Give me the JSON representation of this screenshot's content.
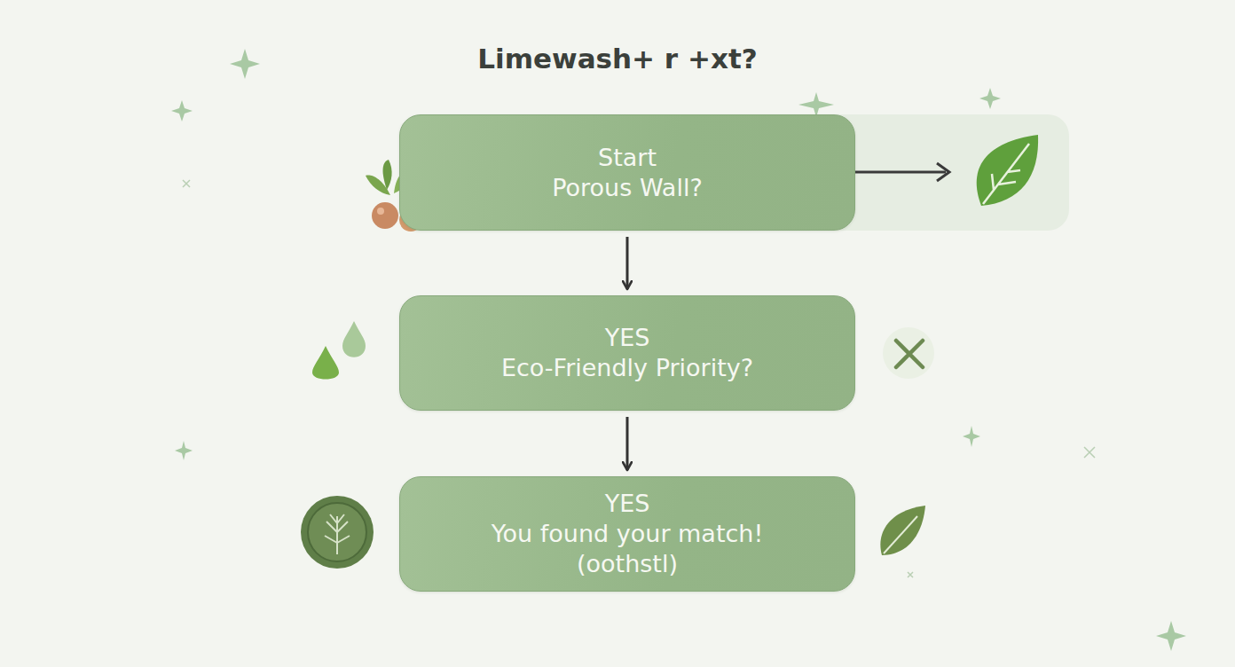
{
  "diagram": {
    "title": "Limewash+ r +xt?",
    "nodes": [
      {
        "text": [
          "Start",
          "Porous Wall?"
        ]
      },
      {
        "text": [
          "YES",
          "Eco-Friendly Priority?"
        ]
      },
      {
        "text": [
          "YES",
          "You found your match!",
          "(oothstl)"
        ]
      }
    ],
    "edges": [
      {
        "from": 0,
        "to": 1,
        "arrow": "to"
      },
      {
        "from": 1,
        "to": 2,
        "arrow": "to"
      }
    ]
  }
}
